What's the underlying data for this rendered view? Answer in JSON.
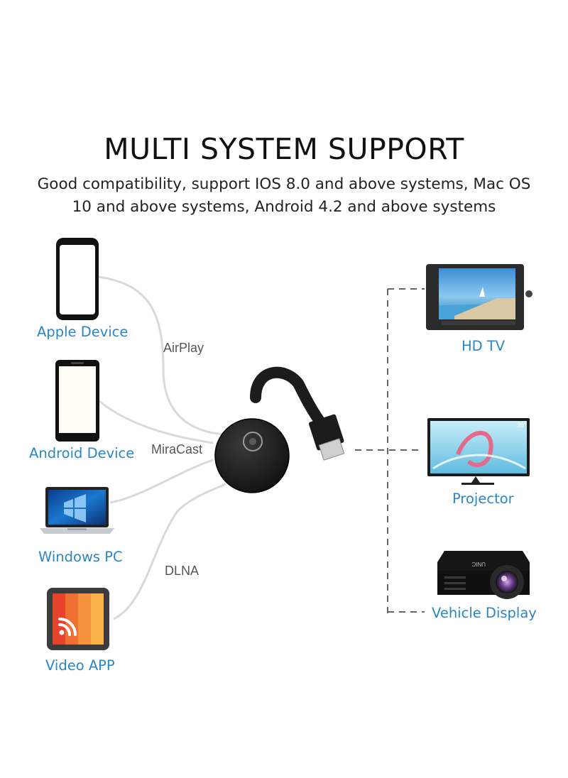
{
  "title": "MULTI SYSTEM SUPPORT",
  "subtitle": {
    "line1": "Good compatibility, support IOS 8.0 and above systems, Mac OS",
    "line2": "10 and above systems, Android 4.2 and above systems"
  },
  "sources": [
    {
      "label": "Apple Device",
      "icon": "iphone-icon"
    },
    {
      "label": "Android Device",
      "icon": "android-phone-icon"
    },
    {
      "label": "Windows PC",
      "icon": "laptop-icon"
    },
    {
      "label": "Video APP",
      "icon": "video-app-icon"
    }
  ],
  "protocols": [
    "AirPlay",
    "MiraCast",
    "DLNA"
  ],
  "outputs": [
    {
      "label": "HD TV",
      "icon": "monitor-icon"
    },
    {
      "label": "Projector",
      "icon": "tv-icon"
    },
    {
      "label": "Vehicle Display",
      "icon": "projector-icon"
    }
  ],
  "tv_screen_text": "39°",
  "projector_brand": "UNIC",
  "colors": {
    "label_blue": "#2a86c4",
    "protocol_gray": "#555555",
    "curve_gray": "#d9d9d9",
    "dashed_line": "#666666",
    "dongle": "#1c1c1c"
  }
}
